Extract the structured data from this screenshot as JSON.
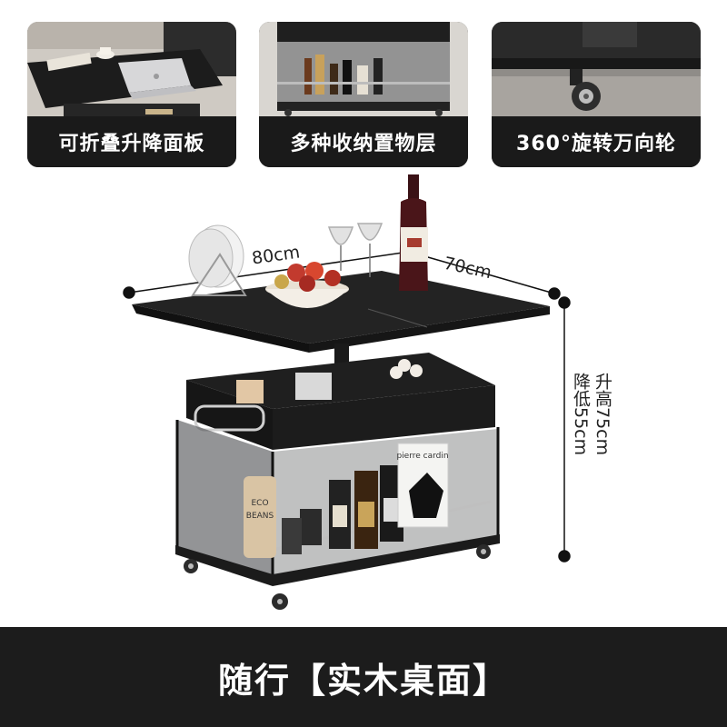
{
  "features": [
    {
      "label": "可折叠升降面板",
      "icon": "laptop-on-table-photo"
    },
    {
      "label": "多种收纳置物层",
      "icon": "storage-shelf-photo"
    },
    {
      "label": "360°旋转万向轮",
      "icon": "caster-wheel-photo"
    }
  ],
  "dimensions": {
    "width": "80cm",
    "depth": "70cm",
    "height_col1": "升高75cm",
    "height_col2": "降低55cm"
  },
  "product_texts": {
    "book_brand": "pierre cardin",
    "canister_lines": [
      "ECO",
      "BEANS"
    ]
  },
  "banner": {
    "text": "随行【实木桌面】"
  },
  "colors": {
    "caption_bg": "#1a1a1a",
    "banner_bg": "#1c1c1c",
    "table_black": "#1b1b1b",
    "text_light": "#ffffff"
  }
}
